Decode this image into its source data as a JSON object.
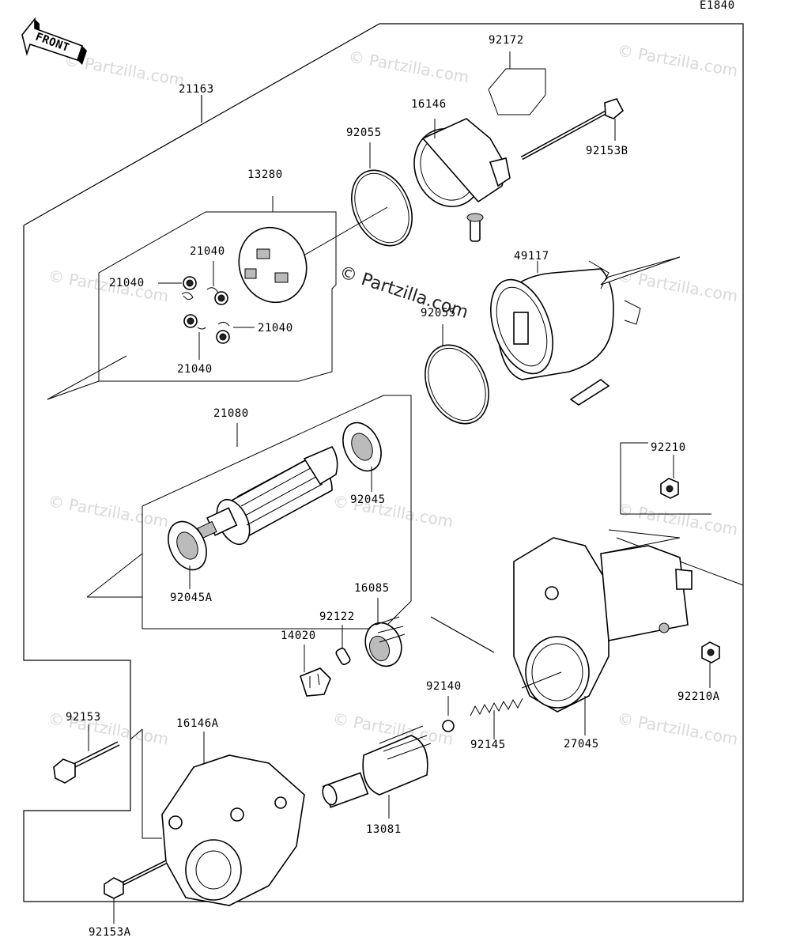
{
  "diagram": {
    "code": "E1840",
    "front_label": "FRONT",
    "watermark": "© Partzilla.com",
    "watermark_large": "© Partzilla.com",
    "parts": [
      {
        "id": "21163"
      },
      {
        "id": "92172"
      },
      {
        "id": "16146"
      },
      {
        "id": "92055"
      },
      {
        "id": "92153B"
      },
      {
        "id": "13280"
      },
      {
        "id": "21040"
      },
      {
        "id": "21040"
      },
      {
        "id": "21040"
      },
      {
        "id": "21040"
      },
      {
        "id": "49117"
      },
      {
        "id": "92055"
      },
      {
        "id": "21080"
      },
      {
        "id": "92045"
      },
      {
        "id": "92045A"
      },
      {
        "id": "92210"
      },
      {
        "id": "16085"
      },
      {
        "id": "92122"
      },
      {
        "id": "14020"
      },
      {
        "id": "92140"
      },
      {
        "id": "92145"
      },
      {
        "id": "27045"
      },
      {
        "id": "92210A"
      },
      {
        "id": "92153"
      },
      {
        "id": "16146A"
      },
      {
        "id": "13081"
      },
      {
        "id": "92153A"
      }
    ]
  }
}
